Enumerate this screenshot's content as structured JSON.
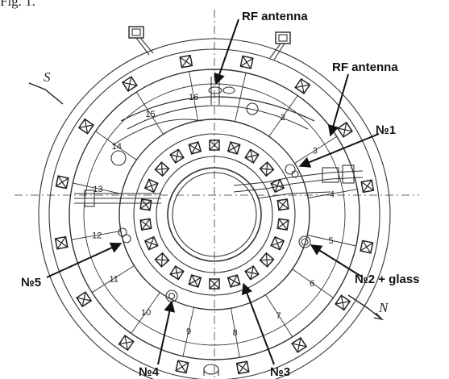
{
  "caption": "Fig. 1.",
  "directions": {
    "south": "S",
    "north": "N"
  },
  "sector_numbers": [
    "2",
    "3",
    "4",
    "5",
    "6",
    "7",
    "8",
    "9",
    "10",
    "11",
    "12",
    "13",
    "14",
    "15",
    "16"
  ],
  "callouts": {
    "rf_antenna_top": "RF antenna",
    "rf_antenna_right": "RF antenna",
    "port_1": "№1",
    "port_2": "№2 + glass",
    "port_3": "№3",
    "port_4": "№4",
    "port_5": "№5"
  }
}
